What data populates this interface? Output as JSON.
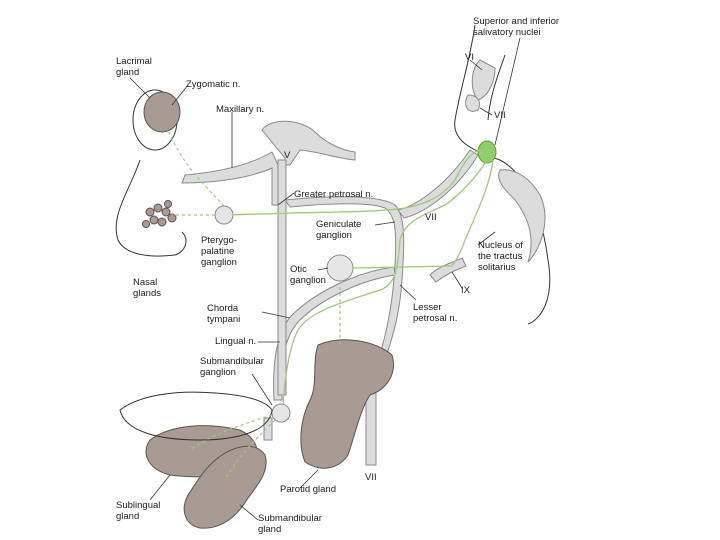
{
  "labels": {
    "salivatory_nuclei": [
      "Superior and inferior",
      "salivatory nuclei"
    ],
    "cn_vi": "VI",
    "cn_vii_top": "VII",
    "lacrimal_gland": [
      "Lacrimal",
      "gland"
    ],
    "zygomatic_n": "Zygomatic n.",
    "maxillary_n": "Maxillary n.",
    "cn_v": "V",
    "greater_petrosal_n": "Greater petrosal n.",
    "geniculate_ganglion": [
      "Geniculate",
      "ganglion"
    ],
    "cn_vii_mid": "VII",
    "pterygopalatine_ganglion": [
      "Pterygo-",
      "palatine",
      "ganglion"
    ],
    "nucleus_tractus_solitarius": [
      "Nucleus of",
      "the tractus",
      "solitarius"
    ],
    "nasal_glands": [
      "Nasal",
      "glands"
    ],
    "otic_ganglion": [
      "Otic",
      "ganglion"
    ],
    "cn_ix": "IX",
    "chorda_tympani": [
      "Chorda",
      "tympani"
    ],
    "lesser_petrosal_n": [
      "Lesser",
      "petrosal n."
    ],
    "lingual_n": "Lingual n.",
    "submandibular_ganglion": [
      "Submandibular",
      "ganglion"
    ],
    "cn_vii_bottom": "VII",
    "parotid_gland": "Parotid gland",
    "sublingual_gland": [
      "Sublingual",
      "gland"
    ],
    "submandibular_gland": [
      "Submandibular",
      "gland"
    ]
  },
  "colors": {
    "parasympathetic_fiber": "#9ec97a",
    "nerve_fill": "#dcdcdc",
    "gland_fill": "#a89b93",
    "nucleus_green": "#8fcf6a"
  }
}
